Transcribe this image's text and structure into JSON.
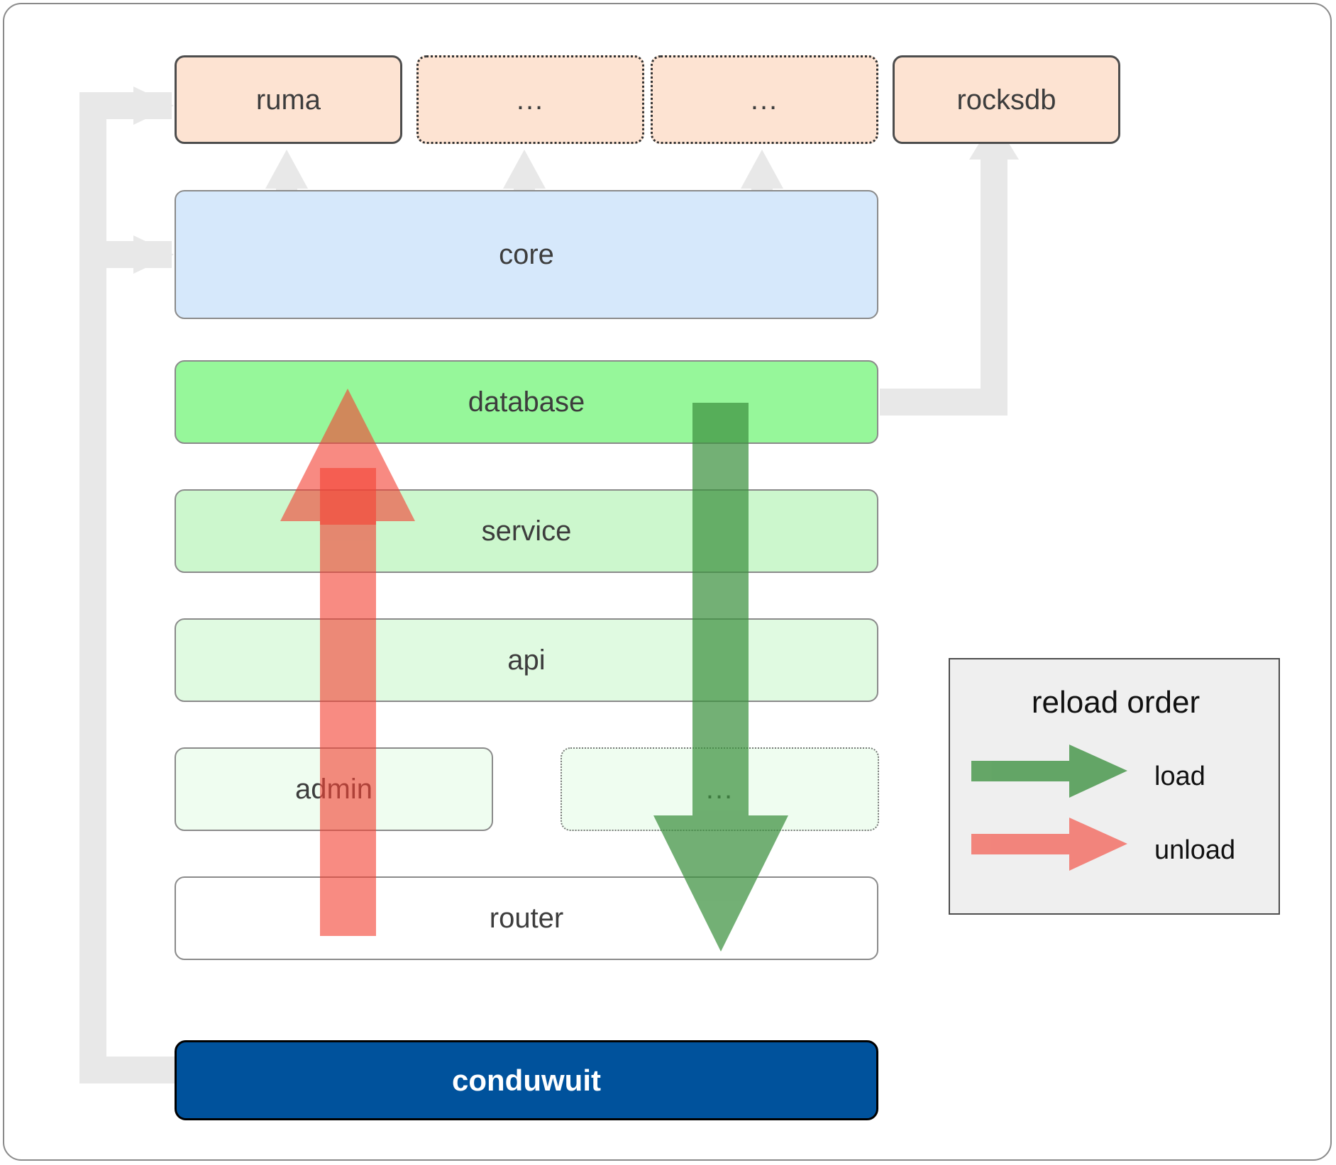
{
  "diagram": {
    "title": "conduwuit crate architecture / reload order",
    "dependencies": [
      {
        "id": "ruma",
        "label": "ruma",
        "style": "solid",
        "color": "#fde3d2"
      },
      {
        "id": "dots1",
        "label": "...",
        "style": "dotted",
        "color": "#fde3d2"
      },
      {
        "id": "dots2",
        "label": "...",
        "style": "dotted",
        "color": "#fde3d2"
      },
      {
        "id": "rocksdb",
        "label": "rocksdb",
        "style": "solid",
        "color": "#fde3d2"
      }
    ],
    "core": {
      "id": "core",
      "label": "core",
      "color": "#d6e8fb"
    },
    "layers": [
      {
        "id": "database",
        "label": "database",
        "style": "solid",
        "color": "#96f79a"
      },
      {
        "id": "service",
        "label": "service",
        "style": "solid",
        "color": "#ccf7cd"
      },
      {
        "id": "api",
        "label": "api",
        "style": "solid",
        "color": "#e0fae1"
      },
      {
        "id": "admin",
        "label": "admin",
        "style": "solid",
        "color": "#effdf0"
      },
      {
        "id": "dots3",
        "label": "...",
        "style": "dotted",
        "color": "#effdf0"
      },
      {
        "id": "router",
        "label": "router",
        "style": "solid",
        "color": "#ffffff"
      }
    ],
    "root": {
      "id": "conduwuit",
      "label": "conduwuit",
      "color": "#00529c",
      "text_color": "#ffffff"
    },
    "legend": {
      "title": "reload order",
      "entries": [
        {
          "id": "load",
          "label": "load",
          "color": "#4caf50"
        },
        {
          "id": "unload",
          "label": "unload",
          "color": "#f98080"
        }
      ]
    },
    "arrows": {
      "load_color": "#4caf50",
      "unload_color": "#f98080",
      "connector_color": "#e8e8e8"
    }
  }
}
